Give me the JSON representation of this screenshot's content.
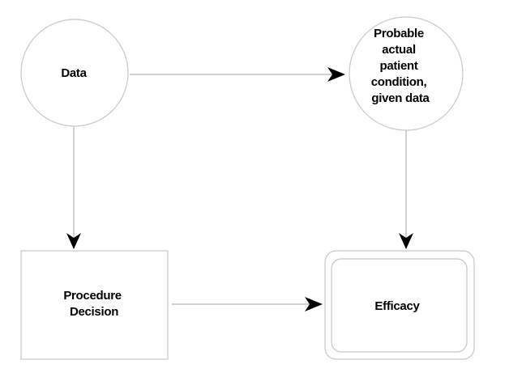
{
  "nodes": {
    "data": {
      "label_lines": [
        "Data"
      ]
    },
    "probable": {
      "label_lines": [
        "Probable",
        "actual",
        "patient",
        "condition,",
        "given data"
      ]
    },
    "procedure": {
      "label_lines": [
        "Procedure",
        "Decision"
      ]
    },
    "efficacy": {
      "label_lines": [
        "Efficacy"
      ]
    }
  },
  "edges": [
    {
      "from": "data",
      "to": "probable"
    },
    {
      "from": "data",
      "to": "procedure"
    },
    {
      "from": "probable",
      "to": "efficacy"
    },
    {
      "from": "procedure",
      "to": "efficacy"
    }
  ]
}
